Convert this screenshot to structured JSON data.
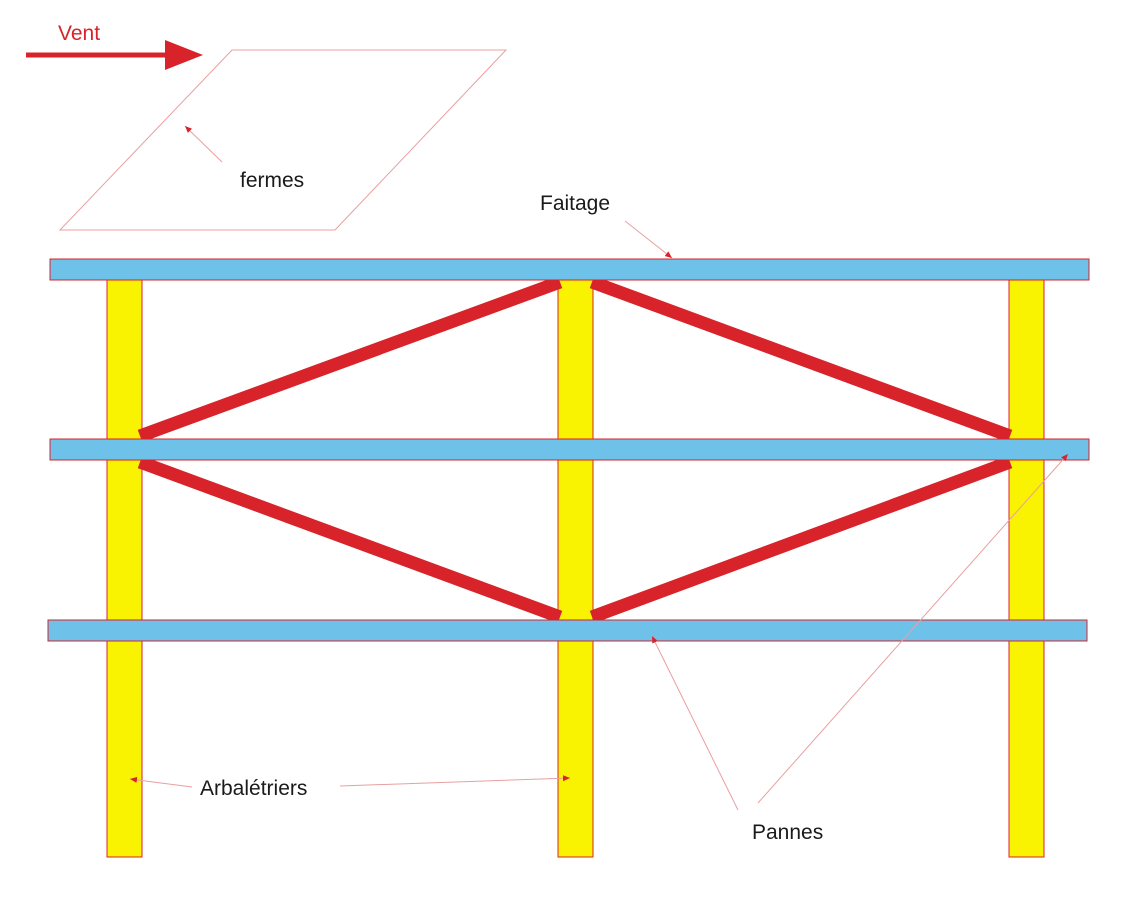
{
  "labels": {
    "vent": "Vent",
    "fermes": "fermes",
    "faitage": "Faitage",
    "arbaletriers": "Arbalétriers",
    "pannes": "Pannes"
  },
  "colors": {
    "panne_fill": "#6ec2ea",
    "panne_stroke": "#d8232a",
    "arbaletrier_fill": "#f9f200",
    "arbaletrier_stroke": "#d8232a",
    "brace": "#d8232a",
    "vent_arrow": "#d8232a",
    "vent_text": "#d8232a",
    "leader_line": "#e0a0a0",
    "text": "#1a1a1a"
  }
}
